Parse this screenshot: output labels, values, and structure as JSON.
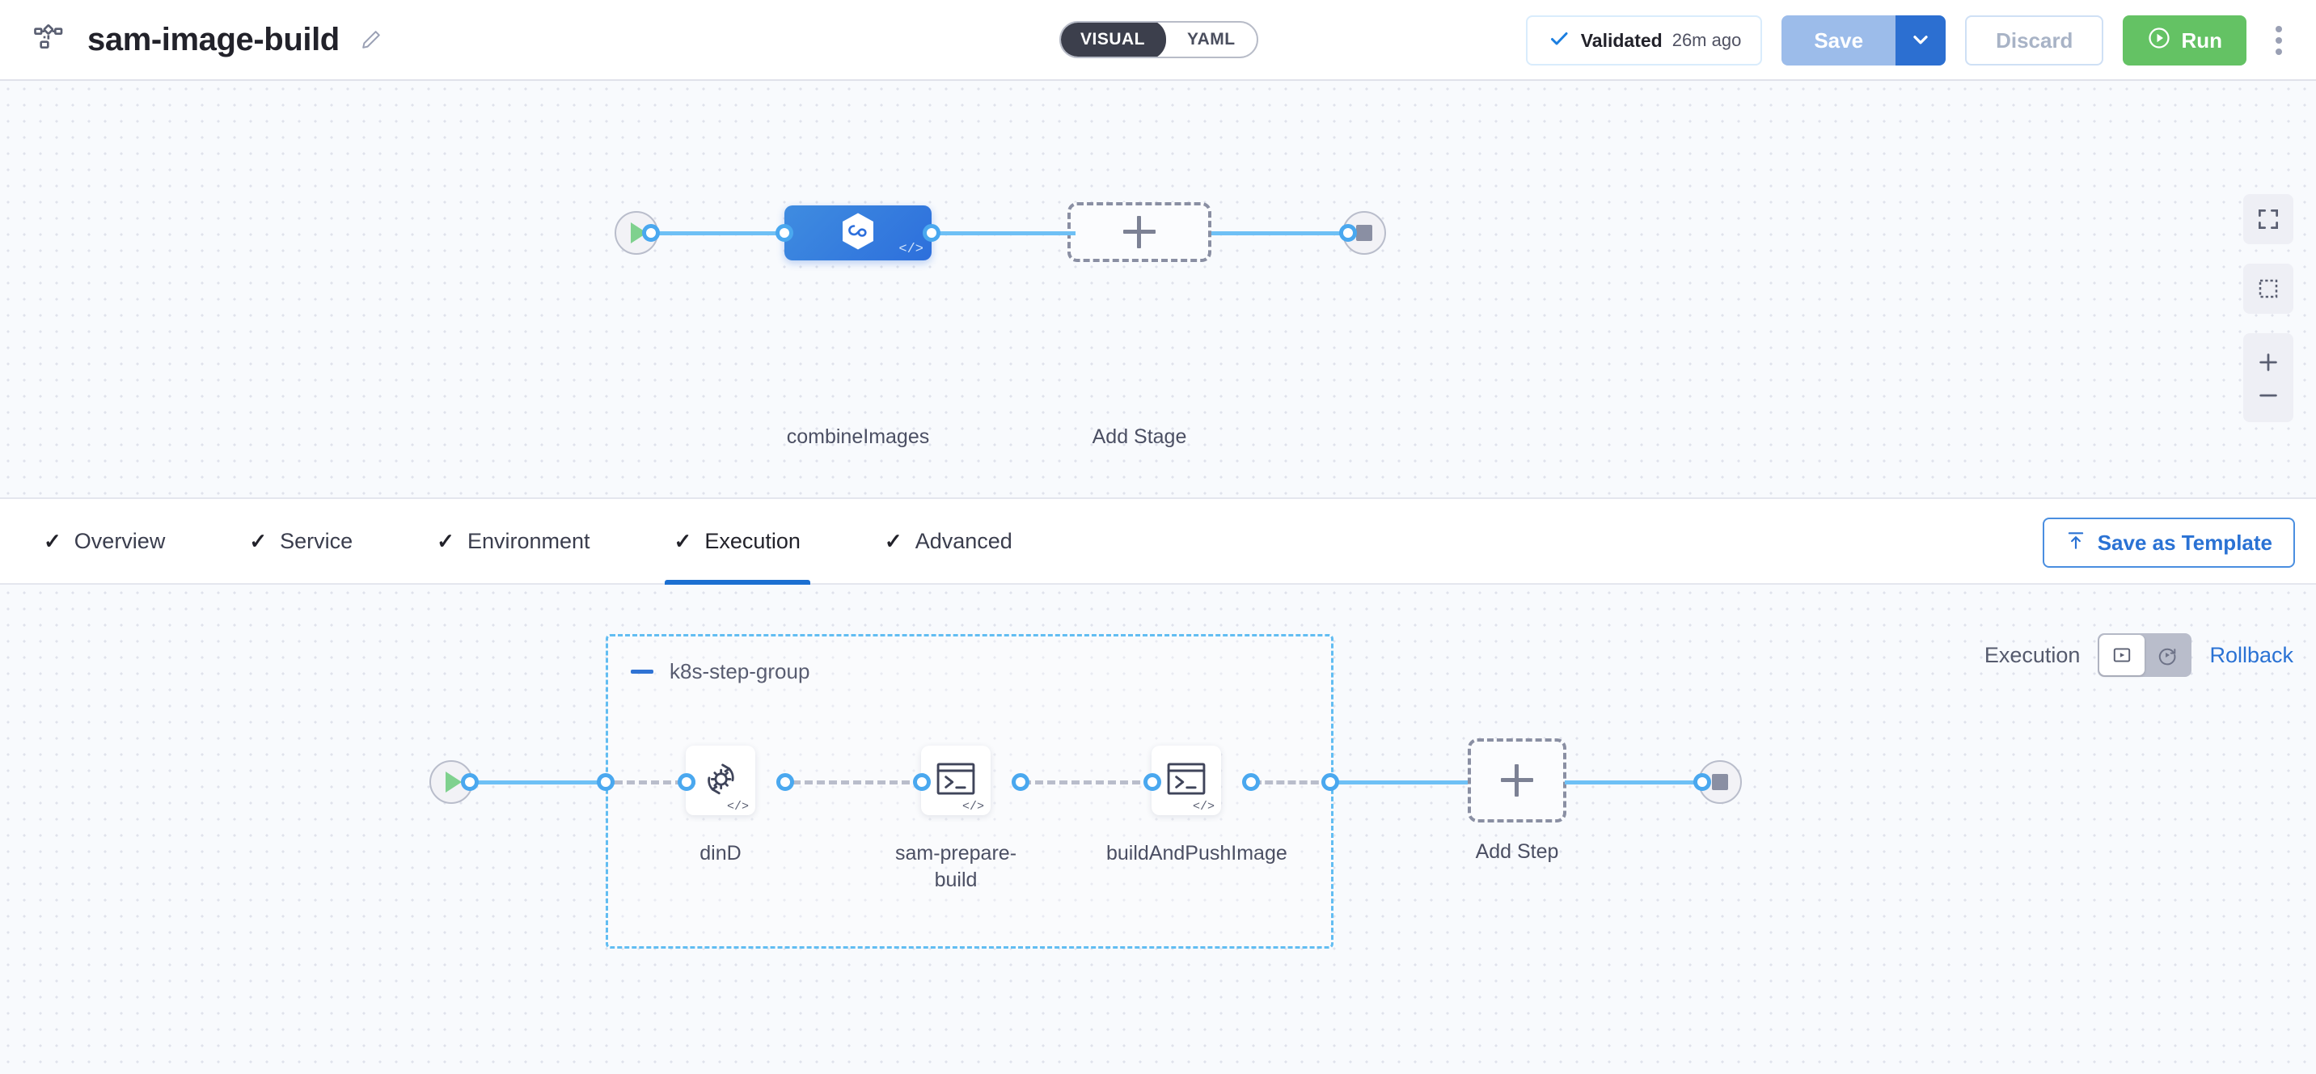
{
  "header": {
    "pipeline_icon": "pipeline-nodes-icon",
    "title": "sam-image-build",
    "edit_icon": "pencil-icon",
    "mode_toggle": {
      "options": [
        {
          "label": "VISUAL",
          "active": true
        },
        {
          "label": "YAML",
          "active": false
        }
      ]
    },
    "validated": {
      "check_icon": "check-icon",
      "label": "Validated",
      "time": "26m ago"
    },
    "save_label": "Save",
    "save_caret_icon": "chevron-down-icon",
    "discard_label": "Discard",
    "run_label": "Run",
    "run_icon": "play-circle-icon",
    "kebab_icon": "more-vertical-icon"
  },
  "stage_canvas": {
    "start_icon": "play-icon",
    "end_icon": "stop-icon",
    "stage": {
      "name": "combineImages",
      "icon": "harness-cd-hexagon-icon",
      "code_badge": "</>"
    },
    "add_stage": {
      "label": "Add Stage",
      "icon": "plus-icon"
    },
    "tools": [
      {
        "name": "fullscreen-icon"
      },
      {
        "name": "zoom-to-fit-icon"
      },
      {
        "name": "zoom-in-icon"
      },
      {
        "name": "zoom-out-icon"
      }
    ]
  },
  "tabs": {
    "items": [
      {
        "label": "Overview",
        "check": "✓",
        "active": false
      },
      {
        "label": "Service",
        "check": "✓",
        "active": false
      },
      {
        "label": "Environment",
        "check": "✓",
        "active": false
      },
      {
        "label": "Execution",
        "check": "✓",
        "active": true
      },
      {
        "label": "Advanced",
        "check": "✓",
        "active": false
      }
    ],
    "save_as_template": {
      "label": "Save as Template",
      "icon": "upload-template-icon"
    }
  },
  "execution_canvas": {
    "mode_switch": {
      "execution_label": "Execution",
      "rollback_label": "Rollback",
      "options": [
        {
          "icon": "execution-play-box-icon",
          "active": true
        },
        {
          "icon": "rollback-circle-icon",
          "active": false
        }
      ]
    },
    "start_icon": "play-icon",
    "end_icon": "stop-icon",
    "step_group": {
      "title": "k8s-step-group",
      "collapse_icon": "minus-icon",
      "steps": [
        {
          "name": "dinD",
          "icon": "gear-rotate-icon",
          "code_badge": "</>"
        },
        {
          "name": "sam-prepare-build",
          "icon": "terminal-icon",
          "code_badge": "</>"
        },
        {
          "name": "buildAndPushImage",
          "icon": "terminal-icon",
          "code_badge": "</>"
        }
      ]
    },
    "add_step": {
      "label": "Add Step",
      "icon": "plus-icon"
    }
  },
  "colors": {
    "accent_blue": "#2a72d4",
    "edge_blue": "#6ec0f5",
    "run_green": "#64c264",
    "stage_blue": "#2d6fdc",
    "canvas_bg": "#f8fafd"
  }
}
